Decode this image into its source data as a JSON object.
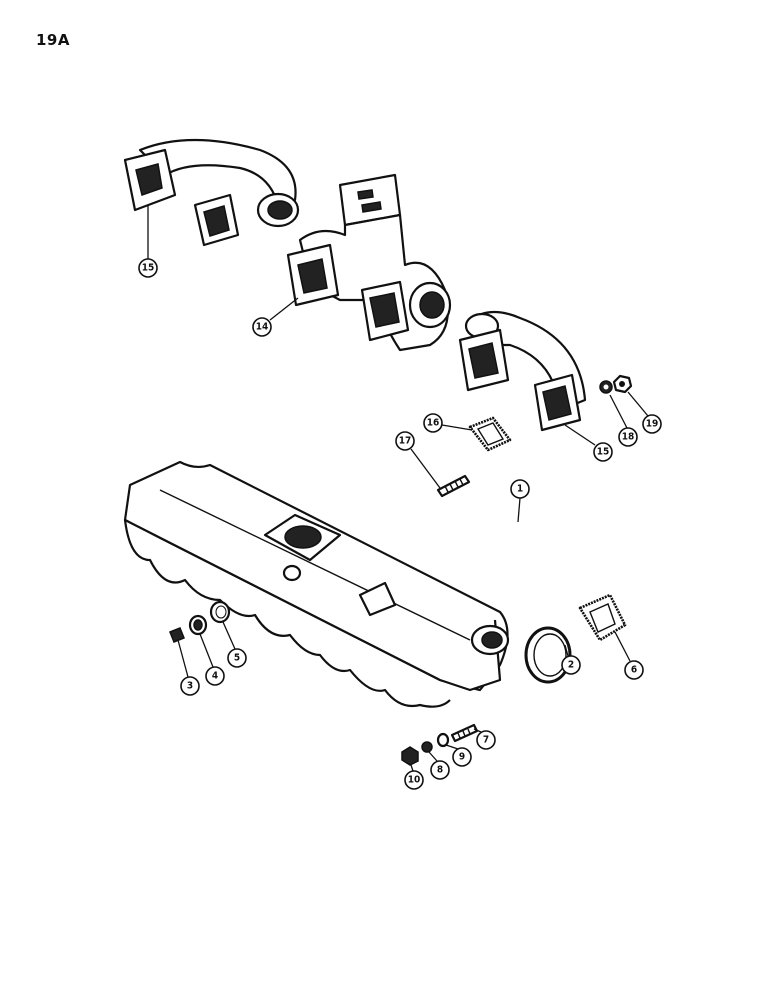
{
  "page_number": "19A",
  "callouts": {
    "c15a": "15",
    "c14": "14",
    "c15b": "15",
    "c18": "18",
    "c19": "19",
    "c16": "16",
    "c17": "17",
    "c1": "1",
    "c3": "3",
    "c4": "4",
    "c5": "5",
    "c2": "2",
    "c6": "6",
    "c10": "10",
    "c8": "8",
    "c9": "9",
    "c7": "7"
  }
}
